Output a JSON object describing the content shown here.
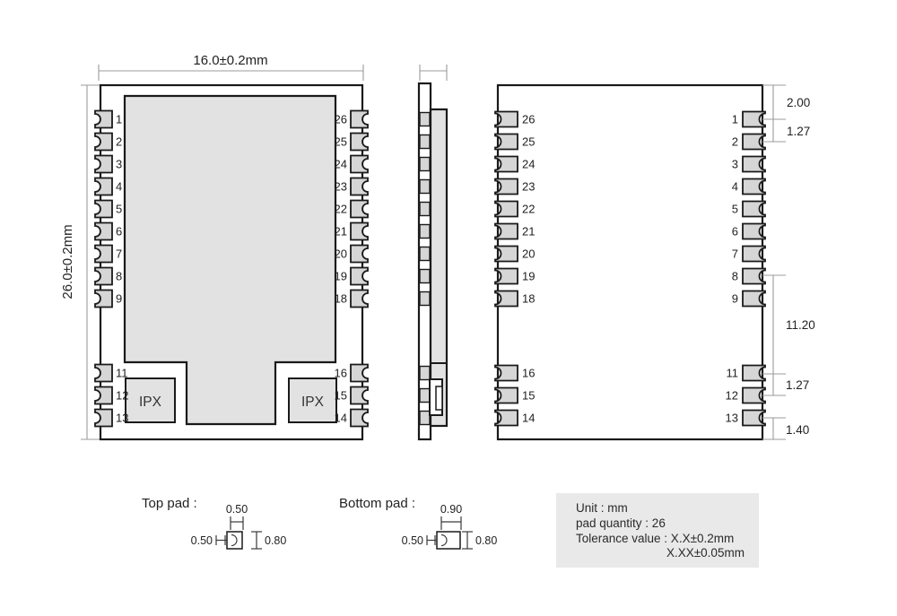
{
  "top_view": {
    "width_dim": "16.0±0.2mm",
    "height_dim": "26.0±0.2mm",
    "pins_left": [
      "1",
      "2",
      "3",
      "4",
      "5",
      "6",
      "7",
      "8",
      "9",
      "11",
      "12",
      "13"
    ],
    "pins_right": [
      "26",
      "25",
      "24",
      "23",
      "22",
      "21",
      "20",
      "19",
      "18",
      "16",
      "15",
      "14"
    ],
    "ipx_left_label": "IPX",
    "ipx_right_label": "IPX"
  },
  "bottom_view": {
    "pins_left": [
      "26",
      "25",
      "24",
      "23",
      "22",
      "21",
      "20",
      "19",
      "18",
      "16",
      "15",
      "14"
    ],
    "pins_right": [
      "1",
      "2",
      "3",
      "4",
      "5",
      "6",
      "7",
      "8",
      "9",
      "11",
      "12",
      "13"
    ],
    "dims": {
      "top_offset": "2.00",
      "pitch_top": "1.27",
      "middle_span": "11.20",
      "pitch_bottom": "1.27",
      "bottom_offset": "1.40"
    }
  },
  "pad_details": {
    "top_pad": {
      "label": "Top pad :",
      "notch_width": "0.50",
      "height": "0.50",
      "length": "0.80"
    },
    "bottom_pad": {
      "label": "Bottom pad :",
      "notch_width": "0.90",
      "height": "0.50",
      "length": "0.80"
    }
  },
  "info_box": {
    "line1": "Unit : mm",
    "line2": "pad quantity : 26",
    "line3": "Tolerance value : X.X±0.2mm",
    "line4": "X.XX±0.05mm"
  },
  "colors": {
    "outline": "#1a1a1a",
    "shield_fill": "#e2e2e2",
    "pad_fill": "#d6d6d6",
    "dimension_line": "#9b9b9b",
    "text": "#222222",
    "info_box_bg": "#e9e9e9"
  }
}
